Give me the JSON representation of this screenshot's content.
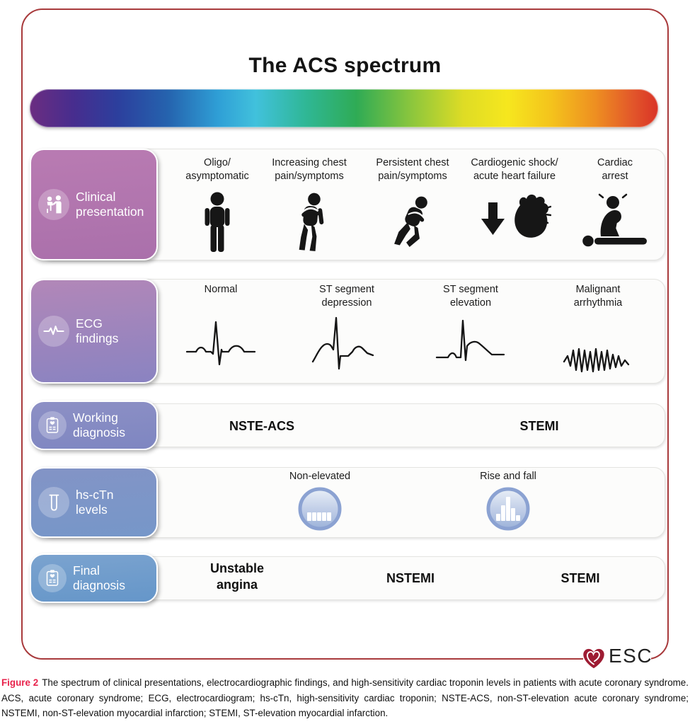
{
  "title": "The ACS spectrum",
  "rows": {
    "clinical": {
      "label_line1": "Clinical",
      "label_line2": "presentation",
      "icon": "doctor-patient-icon",
      "items": [
        {
          "line1": "Oligo/",
          "line2": "asymptomatic",
          "icon": "standing-person-icon"
        },
        {
          "line1": "Increasing chest",
          "line2": "pain/symptoms",
          "icon": "person-arm-on-chest-icon"
        },
        {
          "line1": "Persistent chest",
          "line2": "pain/symptoms",
          "icon": "person-clutching-chest-icon"
        },
        {
          "line1": "Cardiogenic shock/",
          "line2": "acute heart failure",
          "icon": "down-arrow-heart-icon"
        },
        {
          "line1": "Cardiac",
          "line2": "arrest",
          "icon": "cpr-icon"
        }
      ]
    },
    "ecg": {
      "label_line1": "ECG",
      "label_line2": "findings",
      "icon": "ecg-waveform-icon",
      "items": [
        {
          "line1": "Normal",
          "line2": "",
          "icon": "ecg-normal-trace"
        },
        {
          "line1": "ST segment",
          "line2": "depression",
          "icon": "ecg-st-depression-trace"
        },
        {
          "line1": "ST segment",
          "line2": "elevation",
          "icon": "ecg-st-elevation-trace"
        },
        {
          "line1": "Malignant",
          "line2": "arrhythmia",
          "icon": "ecg-malignant-arrhythmia-trace"
        }
      ]
    },
    "working": {
      "label_line1": "Working",
      "label_line2": "diagnosis",
      "icon": "clipboard-heart-icon",
      "items": [
        {
          "text": "NSTE-ACS"
        },
        {
          "text": "STEMI"
        }
      ]
    },
    "hsctn": {
      "label_line1": "hs-cTn",
      "label_line2": "levels",
      "icon": "test-tube-icon",
      "items": [
        {
          "text": "Non-elevated",
          "icon": "flat-bars-circle-icon"
        },
        {
          "text": "Rise and fall",
          "icon": "rise-fall-bars-circle-icon"
        }
      ]
    },
    "final": {
      "label_line1": "Final",
      "label_line2": "diagnosis",
      "icon": "clipboard-heart-icon",
      "items": [
        {
          "line1": "Unstable",
          "line2": "angina"
        },
        {
          "line1": "NSTEMI",
          "line2": ""
        },
        {
          "line1": "STEMI",
          "line2": ""
        }
      ]
    }
  },
  "logo": {
    "text": "ESC",
    "icon": "esc-heart-logo-icon"
  },
  "caption": {
    "label": "Figure 2",
    "text": "The spectrum of clinical presentations, electrocardiographic findings, and high-sensitivity cardiac troponin levels in patients with acute coronary syndrome. ACS, acute coronary syndrome; ECG, electrocardiogram; hs-cTn, high-sensitivity cardiac troponin; NSTE-ACS, non-ST-elevation acute coronary syndrome; NSTEMI, non-ST-elevation myocardial infarction; STEMI, ST-elevation myocardial infarction."
  },
  "colors": {
    "figure_border": "#a83a3c",
    "caption_label_red": "#e8224b",
    "esc_heart_red": "#9e1c33",
    "clinical_box": "#b274ae",
    "ecg_box": "#9a85bd",
    "working_box": "#868bc3",
    "hsctn_box": "#7b95c8",
    "final_box": "#6f9cca",
    "spectrum_gradient": [
      "#6b2d81",
      "#472d8e",
      "#2c3f9d",
      "#2563ae",
      "#2f9fd6",
      "#41c1dc",
      "#2fb795",
      "#2fab55",
      "#8ec73c",
      "#dedc25",
      "#f6e71e",
      "#f4c31c",
      "#ee8f21",
      "#e2562a",
      "#d93327"
    ]
  }
}
